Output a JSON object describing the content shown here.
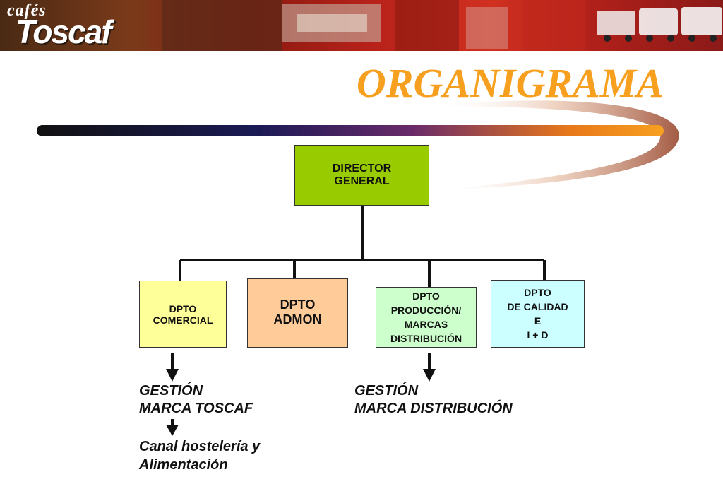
{
  "header": {
    "logo_small": "cafés",
    "logo_large": "Toscaf"
  },
  "title": "ORGANIGRAMA",
  "colors": {
    "title": "#f7a020",
    "director": "#99cc00",
    "comercial": "#ffff99",
    "admon": "#ffcc99",
    "produccion": "#ccffcc",
    "calidad": "#ccffff"
  },
  "org": {
    "director": {
      "label": "DIRECTOR\nGENERAL"
    },
    "departments": [
      {
        "label": "DPTO\nCOMERCIAL"
      },
      {
        "label": "DPTO\nADMON"
      },
      {
        "label": "DPTO\nPRODUCCIÓN/\nMARCAS\nDISTRIBUCIÓN"
      },
      {
        "label": "DPTO\nDE CALIDAD\nE\nI + D"
      }
    ]
  },
  "outcomes": {
    "gestion_toscaf": "   GESTIÓN\nMARCA TOSCAF",
    "canal": "Canal hostelería y\nAlimentación",
    "gestion_distribucion": "       GESTIÓN\nMARCA DISTRIBUCIÓN"
  }
}
